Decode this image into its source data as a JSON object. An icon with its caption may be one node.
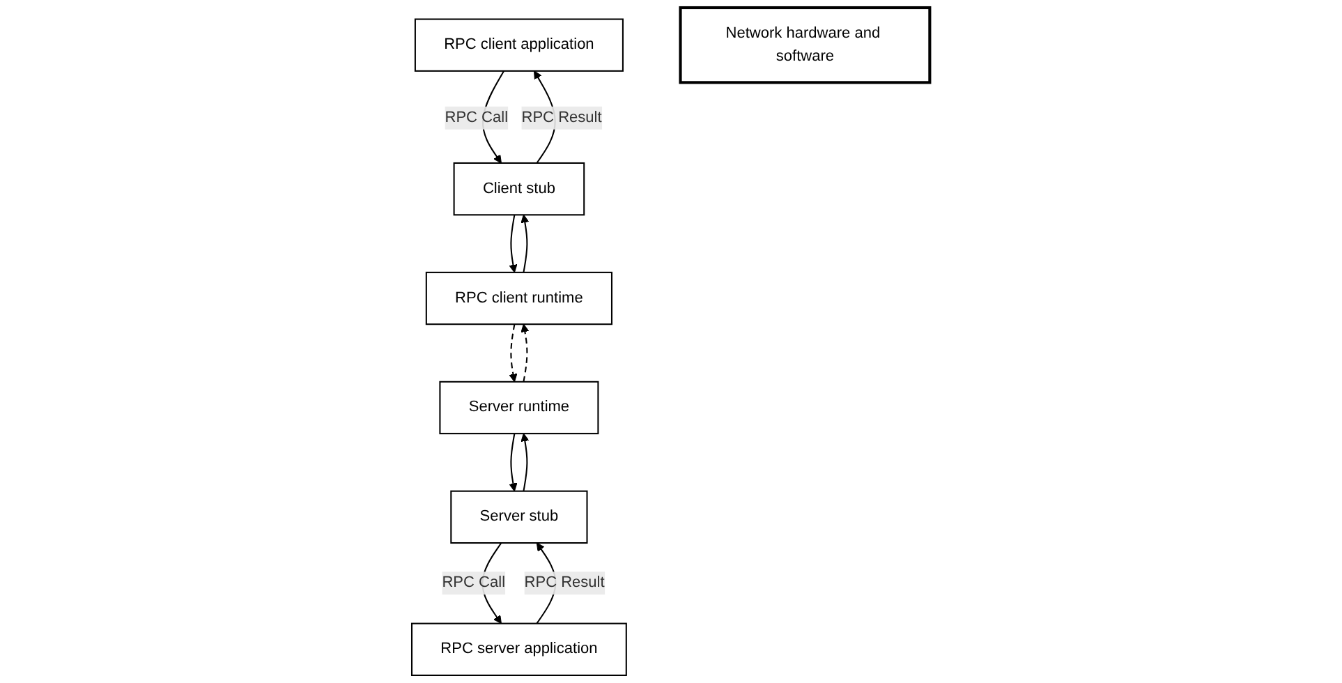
{
  "diagram": {
    "nodes": [
      {
        "text": [
          "RPC client application"
        ]
      },
      {
        "text": [
          "Client stub"
        ]
      },
      {
        "text": [
          "RPC client runtime"
        ]
      },
      {
        "text": [
          "RPC server application"
        ]
      },
      {
        "text": [
          "Server stub"
        ]
      },
      {
        "text": [
          "Server runtime"
        ]
      },
      {
        "text": [
          "Network hardware and software"
        ]
      }
    ],
    "edges": [
      {
        "from": 0,
        "to": 1,
        "arrow": "to",
        "label": "RPC Call"
      },
      {
        "from": 1,
        "to": 0,
        "arrow": "to",
        "label": "RPC Result"
      },
      {
        "from": 1,
        "to": 2,
        "arrow": "to"
      },
      {
        "from": 2,
        "to": 1,
        "arrow": "to"
      },
      {
        "from": 3,
        "to": 4,
        "arrow": "to",
        "label": "RPC Result"
      },
      {
        "from": 4,
        "to": 3,
        "arrow": "to",
        "label": "RPC Call"
      },
      {
        "from": 4,
        "to": 5,
        "arrow": "to"
      },
      {
        "from": 5,
        "to": 4,
        "arrow": "to"
      },
      {
        "from": 2,
        "to": 5,
        "arrow": "to",
        "style": "dashed"
      },
      {
        "from": 5,
        "to": 2,
        "arrow": "to",
        "style": "dashed"
      }
    ]
  }
}
